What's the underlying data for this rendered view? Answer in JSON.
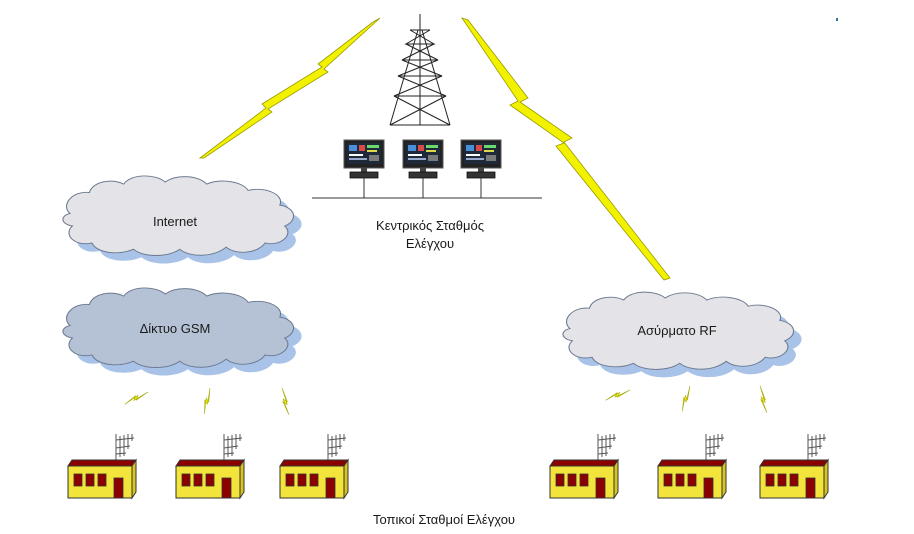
{
  "labels": {
    "internet": "Internet",
    "gsm": "Δίκτυο GSM",
    "rf": "Ασύρματο RF",
    "central_line1": "Κεντρικός Σταθμός",
    "central_line2": "Ελέγχου",
    "local_stations": "Τοπικοί Σταθμοί Ελέγχου"
  },
  "colors": {
    "cloud_fill": "#e4e4e8",
    "cloud_shadow": "#a9c3e8",
    "gsm_fill": "#b5c2d6",
    "lightning": "#f2f200",
    "house_body": "#f2e43a",
    "house_roof": "#8b0000",
    "window": "#8b0000",
    "tower": "#222222"
  },
  "icons": {
    "tower": "radio-tower-icon",
    "workstation": "computer-workstation-icon",
    "station": "local-station-icon",
    "antenna": "antenna-icon",
    "lightning": "lightning-link-icon"
  }
}
